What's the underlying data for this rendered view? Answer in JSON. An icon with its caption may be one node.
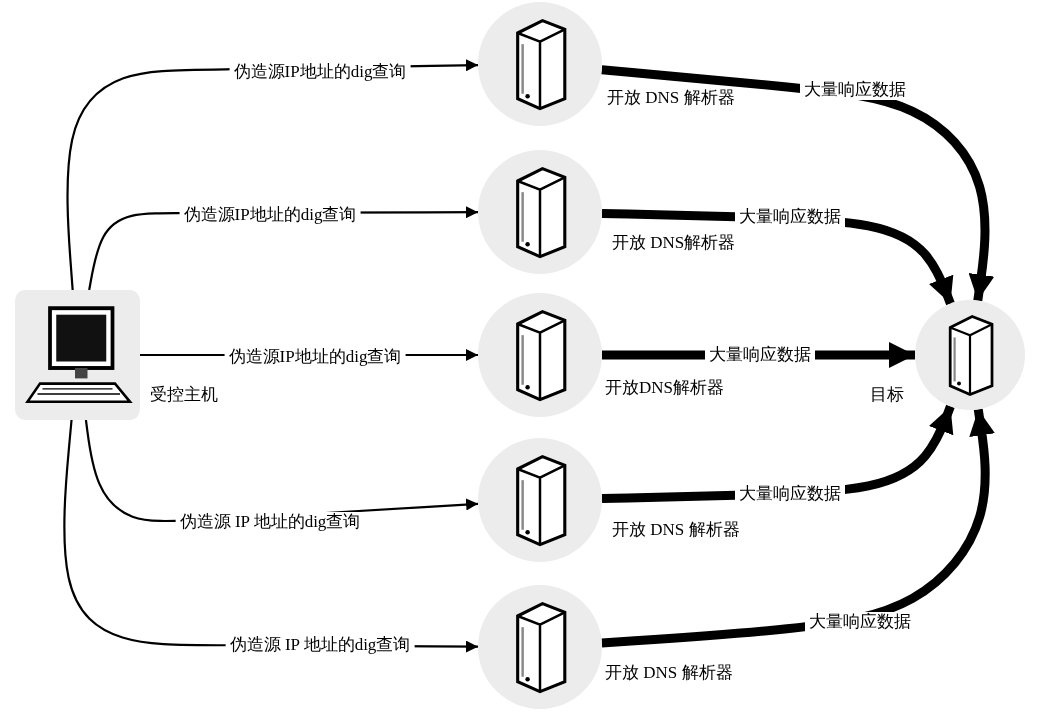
{
  "diagram": {
    "nodes": [
      {
        "text": [],
        "shape": "picture",
        "beside": [
          "受控主机"
        ]
      },
      {
        "text": [],
        "shape": "picture",
        "beside": [
          "开放 DNS 解析器"
        ]
      },
      {
        "text": [],
        "shape": "picture",
        "beside": [
          "开放 DNS解析器"
        ]
      },
      {
        "text": [],
        "shape": "picture",
        "beside": [
          "开放DNS解析器"
        ]
      },
      {
        "text": [],
        "shape": "picture",
        "beside": [
          "开放 DNS 解析器"
        ]
      },
      {
        "text": [],
        "shape": "picture",
        "beside": [
          "开放 DNS 解析器"
        ]
      },
      {
        "text": [],
        "shape": "picture",
        "beside": [
          "目标"
        ]
      }
    ],
    "edges": [
      {
        "from": 0,
        "to": 1,
        "arrow": "to",
        "label": "伪造源IP地址的dig查询"
      },
      {
        "from": 0,
        "to": 2,
        "arrow": "to",
        "label": "伪造源IP地址的dig查询"
      },
      {
        "from": 0,
        "to": 3,
        "arrow": "to",
        "label": "伪造源IP地址的dig查询"
      },
      {
        "from": 0,
        "to": 4,
        "arrow": "to",
        "label": "伪造源 IP 地址的dig查询"
      },
      {
        "from": 0,
        "to": 5,
        "arrow": "to",
        "label": "伪造源 IP 地址的dig查询"
      },
      {
        "from": 1,
        "to": 6,
        "arrow": "to",
        "label": "大量响应数据",
        "style": "thick"
      },
      {
        "from": 2,
        "to": 6,
        "arrow": "to",
        "label": "大量响应数据",
        "style": "thick"
      },
      {
        "from": 3,
        "to": 6,
        "arrow": "to",
        "label": "大量响应数据",
        "style": "thick"
      },
      {
        "from": 4,
        "to": 6,
        "arrow": "to",
        "label": "大量响应数据",
        "style": "thick"
      },
      {
        "from": 5,
        "to": 6,
        "arrow": "to",
        "label": "大量响应数据",
        "style": "thick"
      }
    ]
  }
}
